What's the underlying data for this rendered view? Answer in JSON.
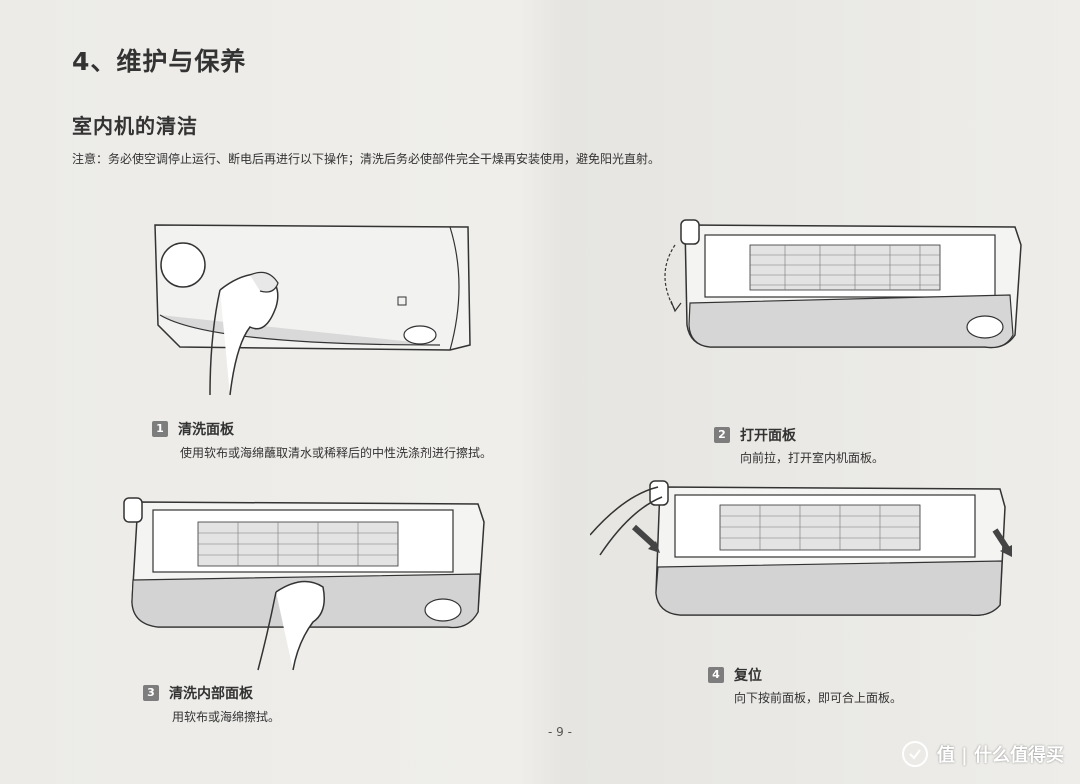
{
  "heading": "4、维护与保养",
  "section": "室内机的清洁",
  "note": "注意：务必使空调停止运行、断电后再进行以下操作；清洗后务必使部件完全干燥再安装使用，避免阳光直射。",
  "steps": [
    {
      "num": "1",
      "title": "清洗面板",
      "desc": "使用软布或海绵蘸取清水或稀释后的中性洗涤剂进行擦拭。"
    },
    {
      "num": "2",
      "title": "打开面板",
      "desc": "向前拉，打开室内机面板。"
    },
    {
      "num": "3",
      "title": "清洗内部面板",
      "desc": "用软布或海绵擦拭。"
    },
    {
      "num": "4",
      "title": "复位",
      "desc": "向下按前面板，即可合上面板。"
    }
  ],
  "page_number": "- 9 -",
  "watermark": "值 | 什么值得买",
  "figures": {
    "fig1": "indoor-unit-wipe-illustration",
    "fig2": "open-panel-illustration",
    "fig3": "clean-inner-panel-illustration",
    "fig4": "close-panel-illustration"
  }
}
